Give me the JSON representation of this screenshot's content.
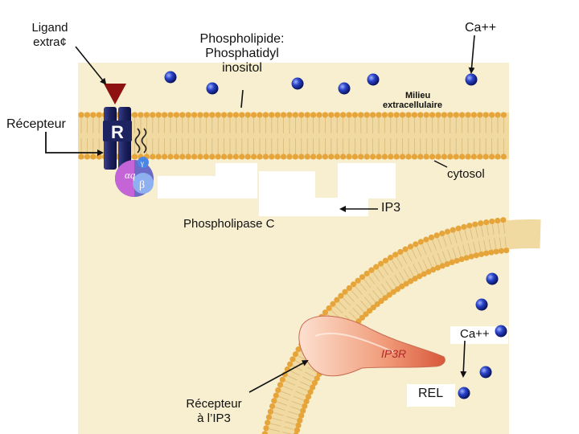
{
  "labels": {
    "ligand": [
      "Ligand",
      "extra¢"
    ],
    "phospholipide": [
      "Phospholipide:",
      "Phosphatidyl",
      "inositol"
    ],
    "ca_top": "Ca++",
    "milieu": [
      "Milieu",
      "extracellulaire"
    ],
    "recepteur": "Récepteur",
    "receptor_letter": "R",
    "alpha": "αq",
    "beta": "β",
    "gamma": "γ",
    "cytosol": "cytosol",
    "ip3": "IP3",
    "phospholipase": "Phospholipase C",
    "ca_bottom": "Ca++",
    "ip3r": "IP3R",
    "recepteur_ip3": [
      "Récepteur",
      "à l’IP3"
    ],
    "rel": "REL"
  },
  "colors": {
    "cytoplasm": "#f7efcf",
    "lipid_head": "#e6a53a",
    "lipid_tail": "#f1d9a2",
    "receptor": "#1d2260",
    "ligand": "#8e1212",
    "ion": "#1f35a8",
    "ip3r": "#f09a78"
  }
}
